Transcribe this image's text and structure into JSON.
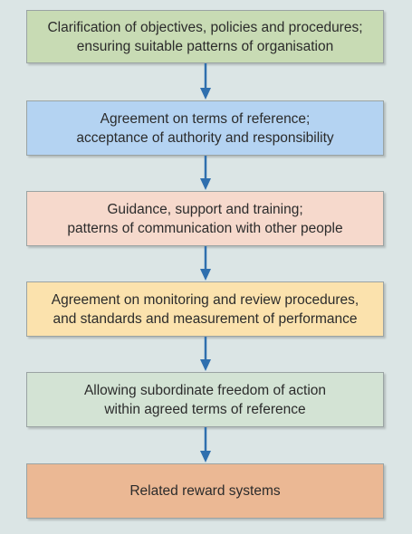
{
  "steps": [
    {
      "lines": [
        "Clarification of objectives, policies and procedures;",
        "ensuring suitable patterns of organisation"
      ],
      "color": "#c8dbb4"
    },
    {
      "lines": [
        "Agreement on terms of reference;",
        "acceptance of authority and responsibility"
      ],
      "color": "#b4d3f2"
    },
    {
      "lines": [
        "Guidance, support and training;",
        "patterns of communication with other people"
      ],
      "color": "#f6d9cc"
    },
    {
      "lines": [
        "Agreement on monitoring and review procedures,",
        "and standards and measurement of performance"
      ],
      "color": "#fbe2ad"
    },
    {
      "lines": [
        "Allowing subordinate freedom of action",
        "within agreed terms of reference"
      ],
      "color": "#d3e3d4"
    },
    {
      "lines": [
        "Related reward systems"
      ],
      "color": "#ebb894"
    }
  ],
  "arrow_color": "#2f6fae",
  "background_color": "#dbe5e5"
}
